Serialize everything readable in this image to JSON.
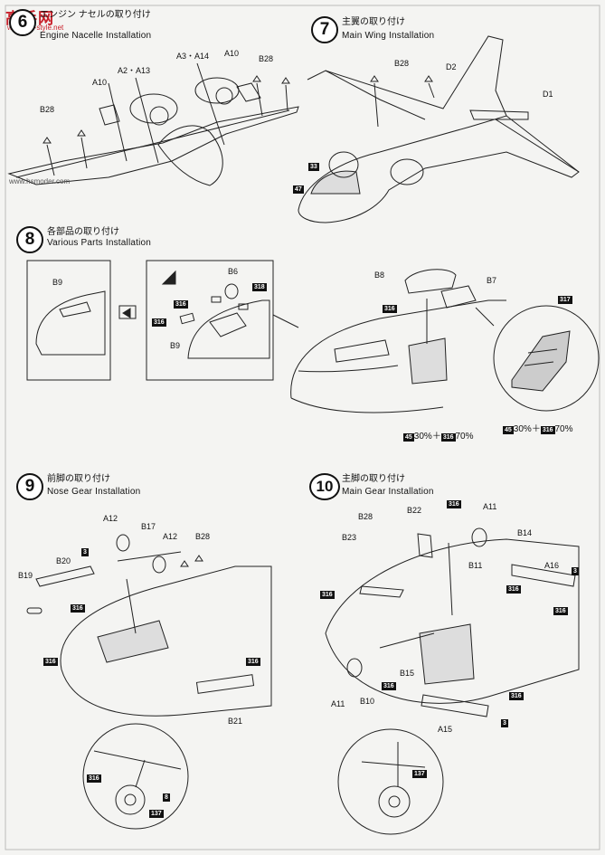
{
  "watermark": {
    "brand": "高手网",
    "site": "www.mx-style.net",
    "url": "www.hsmoder.com"
  },
  "steps": [
    {
      "number": "6",
      "jp": "エンジン ナセルの取り付け",
      "en": "Engine Nacelle Installation"
    },
    {
      "number": "7",
      "jp": "主翼の取り付け",
      "en": "Main Wing Installation"
    },
    {
      "number": "8",
      "jp": "各部品の取り付け",
      "en": "Various Parts Installation"
    },
    {
      "number": "9",
      "jp": "前脚の取り付け",
      "en": "Nose Gear Installation"
    },
    {
      "number": "10",
      "jp": "主脚の取り付け",
      "en": "Main Gear Installation"
    }
  ],
  "parts": {
    "s6": [
      "B28",
      "A10",
      "A2・A13",
      "A3・A14",
      "A10",
      "B28"
    ],
    "s7": [
      "B28",
      "D2",
      "D1"
    ],
    "s8": [
      "B9",
      "B6",
      "B9",
      "B8",
      "B7"
    ],
    "s9": [
      "A12",
      "B17",
      "A12",
      "B28",
      "B20",
      "B19",
      "B21"
    ],
    "s10": [
      "B28",
      "B22",
      "A11",
      "B14",
      "B23",
      "B11",
      "A16",
      "A11",
      "B10",
      "B15",
      "A15"
    ]
  },
  "paint_chips": {
    "s7": [
      "33",
      "47"
    ],
    "s8": [
      "316",
      "318",
      "316",
      "316",
      "317"
    ],
    "s9": [
      "3",
      "316",
      "316",
      "316",
      "316",
      "8",
      "137"
    ],
    "s10": [
      "316",
      "316",
      "316",
      "316",
      "3",
      "316",
      "316",
      "137",
      "3"
    ]
  },
  "mix_ratios": [
    {
      "chip_a": "45",
      "a": "30%",
      "chip_b": "316",
      "b": "70%"
    },
    {
      "chip_a": "45",
      "a": "30%",
      "chip_b": "316",
      "b": "70%"
    }
  ]
}
